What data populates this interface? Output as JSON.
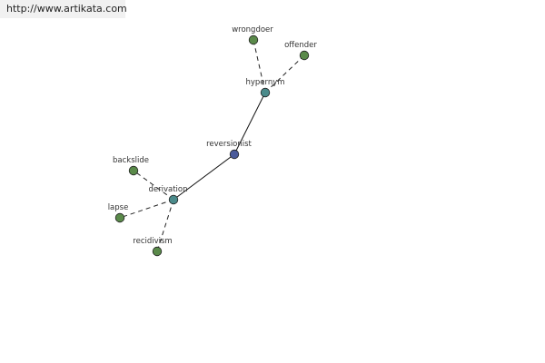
{
  "header": {
    "source_url": "http://www.artikata.com"
  },
  "colors": {
    "center_node": "#4a5a9a",
    "relation_node": "#4b8b8b",
    "word_node": "#5a8a4a",
    "node_stroke": "#222222",
    "solid_edge": "#111111",
    "dashed_edge": "#222222"
  },
  "graph": {
    "nodes": [
      {
        "id": "reversionist",
        "label": "reversionist",
        "kind": "center"
      },
      {
        "id": "hypernym",
        "label": "hypernym",
        "kind": "relation"
      },
      {
        "id": "derivation",
        "label": "derivation",
        "kind": "relation"
      },
      {
        "id": "wrongdoer",
        "label": "wrongdoer",
        "kind": "word"
      },
      {
        "id": "offender",
        "label": "offender",
        "kind": "word"
      },
      {
        "id": "backslide",
        "label": "backslide",
        "kind": "word"
      },
      {
        "id": "lapse",
        "label": "lapse",
        "kind": "word"
      },
      {
        "id": "recidivism",
        "label": "recidivism",
        "kind": "word"
      }
    ],
    "edges": [
      {
        "from": "reversionist",
        "to": "hypernym",
        "style": "solid"
      },
      {
        "from": "reversionist",
        "to": "derivation",
        "style": "solid"
      },
      {
        "from": "hypernym",
        "to": "wrongdoer",
        "style": "dashed"
      },
      {
        "from": "hypernym",
        "to": "offender",
        "style": "dashed"
      },
      {
        "from": "derivation",
        "to": "backslide",
        "style": "dashed"
      },
      {
        "from": "derivation",
        "to": "lapse",
        "style": "dashed"
      },
      {
        "from": "derivation",
        "to": "recidivism",
        "style": "dashed"
      }
    ]
  }
}
